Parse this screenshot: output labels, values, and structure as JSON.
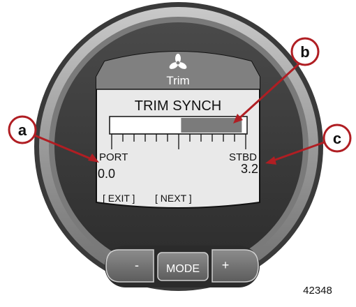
{
  "header": {
    "icon": "propeller-icon",
    "title": "Trim"
  },
  "screen": {
    "title": "TRIM SYNCH",
    "sync_level": 0.46,
    "port": {
      "label": "PORT",
      "value": "0.0"
    },
    "stbd": {
      "label": "STBD",
      "value": "3.2"
    },
    "softkeys": {
      "exit": "[ EXIT ]",
      "next": "[ NEXT ]"
    }
  },
  "buttons": {
    "minus": "-",
    "mode": "MODE",
    "plus": "+"
  },
  "callouts": {
    "a": "a",
    "b": "b",
    "c": "c"
  },
  "figure_number": "42348",
  "colors": {
    "callout_red": "#b01e23",
    "bar_fill": "#7b7b7b",
    "header_gray": "#808080",
    "screen_bg": "#e9e9e9"
  }
}
